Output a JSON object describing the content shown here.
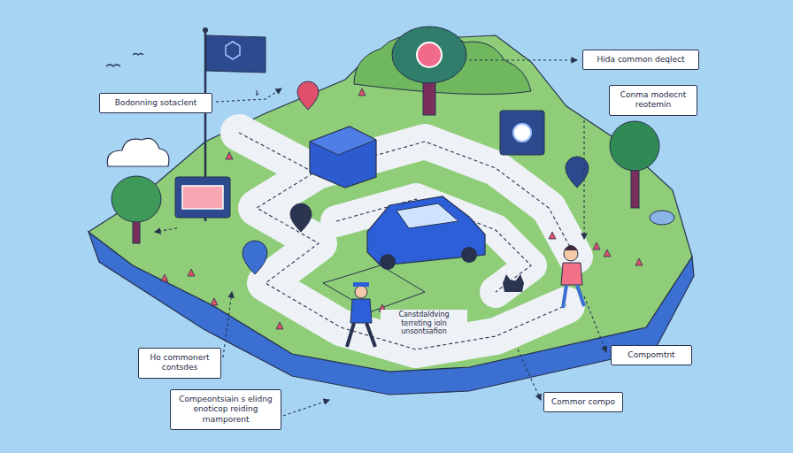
{
  "diagram": {
    "nodes": [
      {
        "text": [
          "Bodonning sotaclent"
        ]
      },
      {
        "text": [
          "Hida common deqlect"
        ]
      },
      {
        "text": [
          "Conma modecnt reotemin"
        ]
      },
      {
        "text": [
          "Ho commonert contsdes"
        ]
      },
      {
        "text": [
          "Compeontsiain s elidng enoticop reiding rnamporent"
        ]
      },
      {
        "text": [
          "Compomtnt"
        ]
      },
      {
        "text": [
          "Commor compo"
        ]
      }
    ],
    "labels": [
      "Canstdaldving terreting ioln unsontsafion"
    ]
  }
}
